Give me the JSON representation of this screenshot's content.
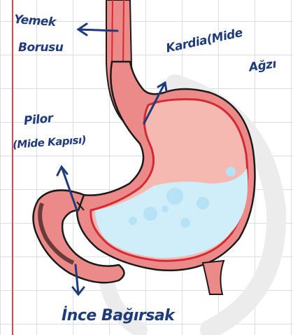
{
  "labels": {
    "esophagus_line1": "Yemek",
    "esophagus_line2": "Borusu",
    "cardia_line1": "Kardia(Mide",
    "cardia_line2": "Ağzı",
    "pylorus_line1": "Pilor",
    "pylorus_line2": "(Mide Kapısı)",
    "small_intestine": "İnce Bağırsak"
  },
  "colors": {
    "ink": "#1f3b7a",
    "stomach_wall": "#ec8a8a",
    "stomach_inner": "#f6b9b2",
    "lining_edge": "#d42a34",
    "gastric_fluid": "#cfeefa",
    "outline": "#1a1a1a",
    "margin_line": "#d84a4a",
    "grid": "#d9dee7",
    "watermark": "#ececec"
  }
}
